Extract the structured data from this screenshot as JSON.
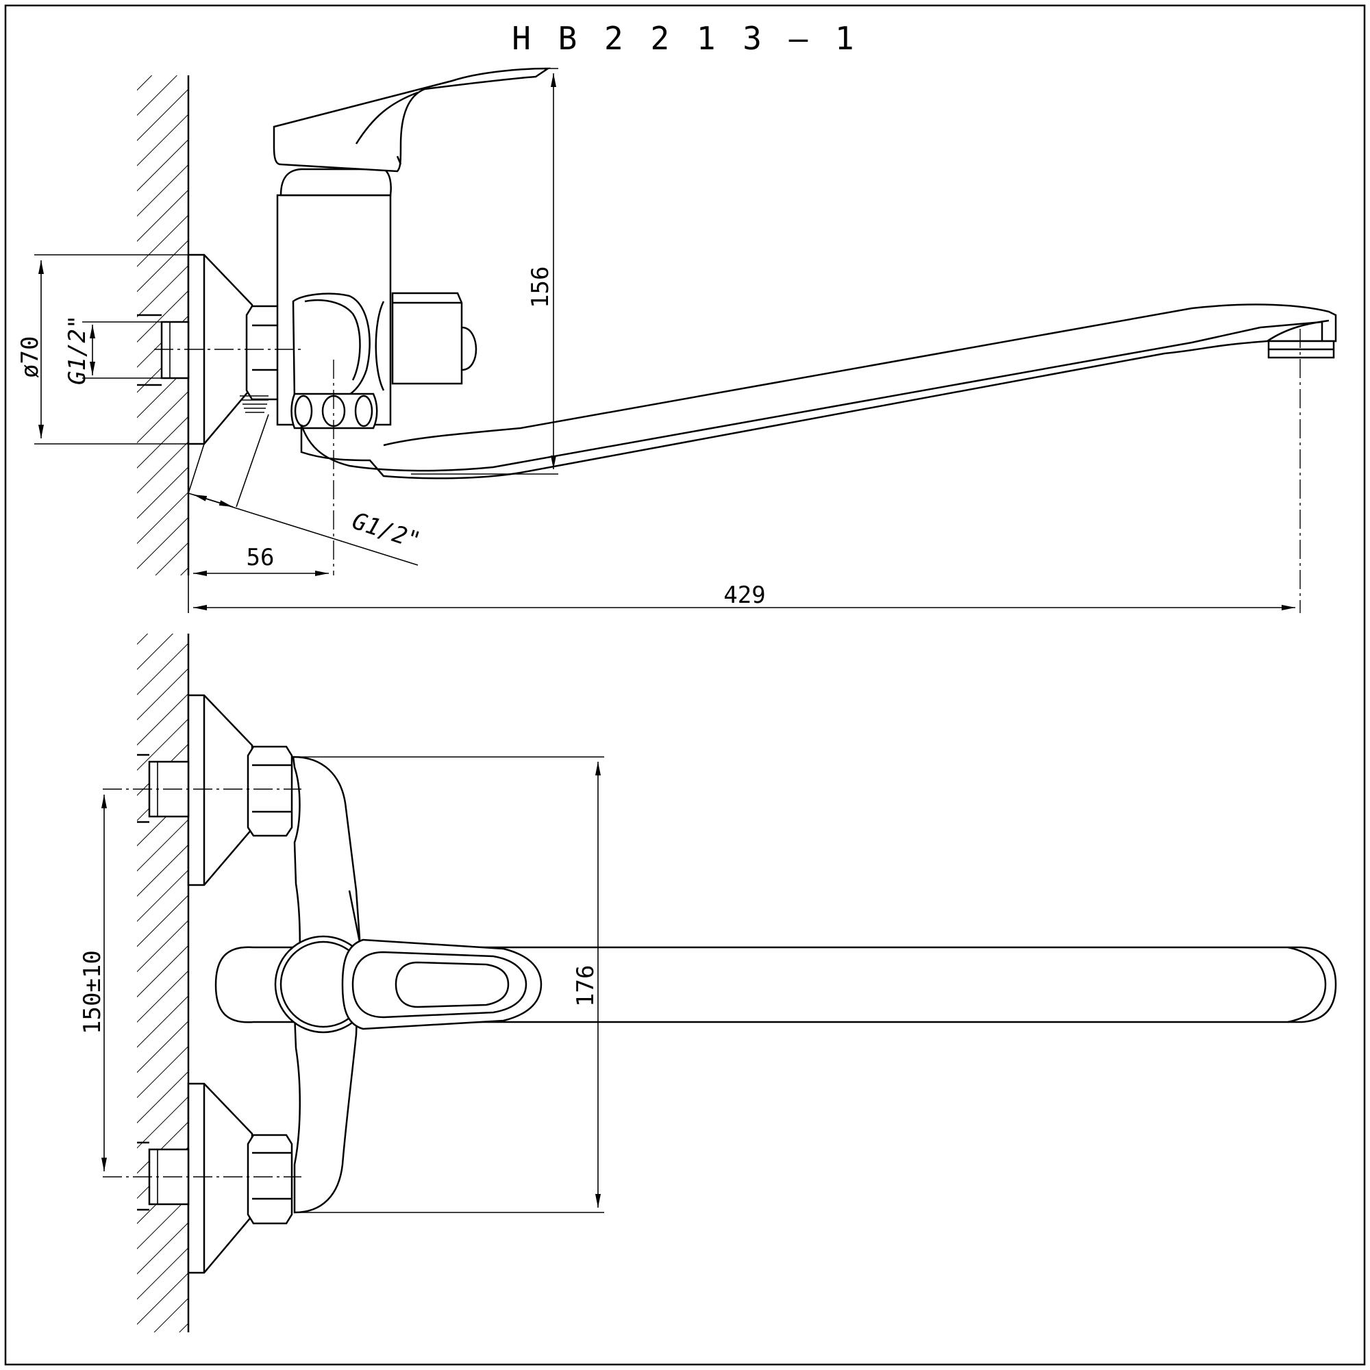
{
  "title": "HB2213-1",
  "title_display": "H B 2 2 1 3 – 1",
  "dimensions": {
    "side_view": {
      "flange_diameter": "ø70",
      "inlet_thread": "G1/2\"",
      "outlet_thread": "G1/2\"",
      "wall_to_body": "56",
      "overall_reach": "429",
      "body_height": "156"
    },
    "front_view": {
      "inlet_spacing": "150±10",
      "body_width": "176"
    }
  },
  "colors": {
    "line": "#000000",
    "background": "#ffffff"
  }
}
